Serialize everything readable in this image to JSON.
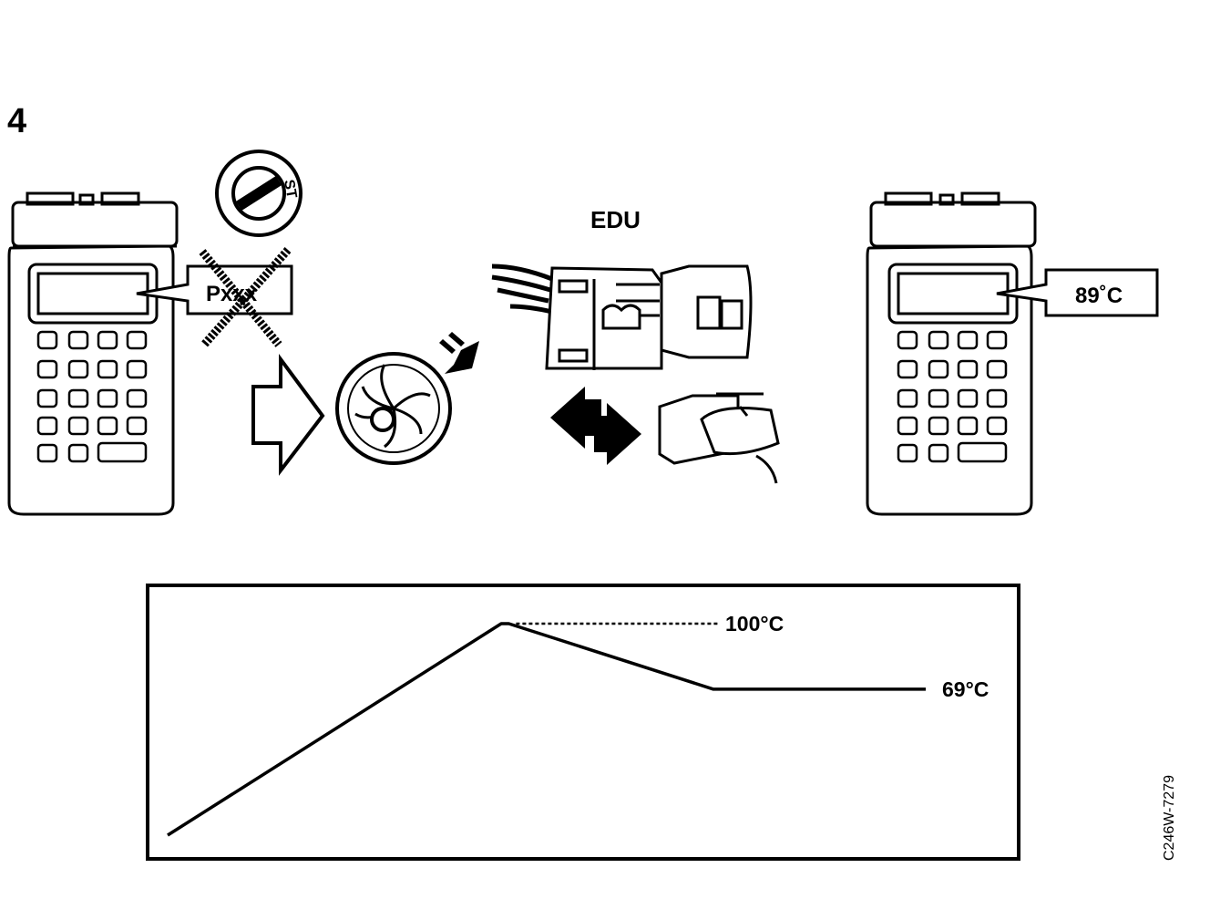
{
  "step": {
    "number": "4"
  },
  "left_tester": {
    "display_text": "Pxxx",
    "crossed_out": true
  },
  "ignition": {
    "key_position_label": "ST"
  },
  "edu": {
    "label": "EDU"
  },
  "right_tester": {
    "display_text": "89˚C"
  },
  "chart_data": {
    "type": "line",
    "x": [
      0,
      44,
      45,
      72,
      73,
      100
    ],
    "y": [
      0,
      100,
      100,
      69,
      69,
      69
    ],
    "annotations": [
      {
        "text": "100°C",
        "at_y": 100
      },
      {
        "text": "69°C",
        "at_y": 69
      }
    ],
    "ylim": [
      0,
      100
    ],
    "title": "",
    "xlabel": "",
    "ylabel": "",
    "grid": false
  },
  "figure_id": "C246W-7279"
}
